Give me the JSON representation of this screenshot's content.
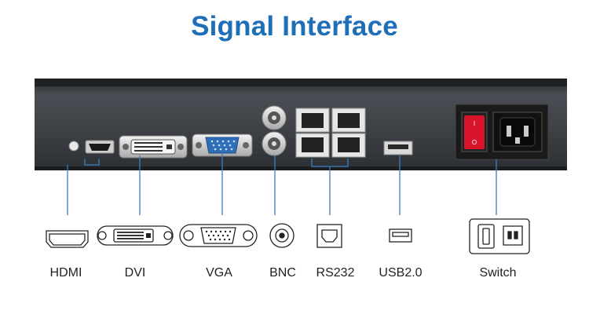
{
  "title": "Signal Interface",
  "ports": [
    {
      "label": "HDMI",
      "icon": "hdmi-port-icon"
    },
    {
      "label": "DVI",
      "icon": "dvi-port-icon"
    },
    {
      "label": "VGA",
      "icon": "vga-port-icon"
    },
    {
      "label": "BNC",
      "icon": "bnc-port-icon"
    },
    {
      "label": "RS232",
      "icon": "rs232-port-icon"
    },
    {
      "label": "USB2.0",
      "icon": "usb-port-icon"
    },
    {
      "label": "Switch",
      "icon": "power-switch-icon"
    }
  ],
  "colors": {
    "title": "#1e6fb8",
    "panel": "#3a3e44",
    "connector_line": "#3a7fc0",
    "power_switch": "#d8142a",
    "vga_port": "#2f6fb8"
  }
}
